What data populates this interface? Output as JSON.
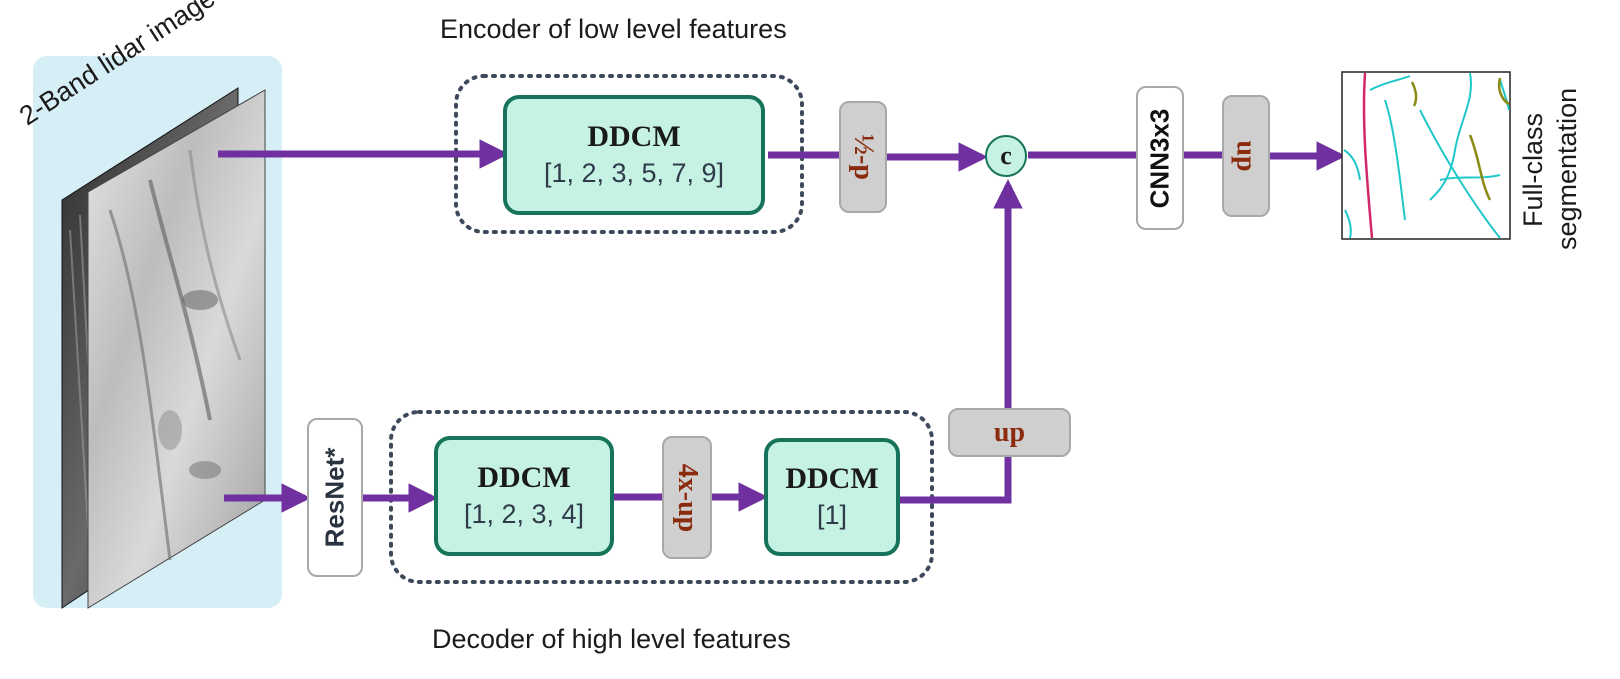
{
  "input": {
    "label": "2-Band lidar image"
  },
  "encoder": {
    "caption": "Encoder of low level features",
    "ddcm": {
      "title": "DDCM",
      "params": "[1, 2, 3, 5, 7, 9]"
    },
    "pool_label": "½-p"
  },
  "decoder": {
    "caption": "Decoder of high level features",
    "backbone_label": "ResNet*",
    "ddcm_first": {
      "title": "DDCM",
      "params": "[1, 2, 3, 4]"
    },
    "upsample_label": "4x-up",
    "ddcm_second": {
      "title": "DDCM",
      "params": "[1]"
    },
    "up_label": "up"
  },
  "fusion": {
    "concat_label": "c"
  },
  "head": {
    "conv_label": "CNN3x3",
    "up_label": "up"
  },
  "output": {
    "label_line1": "Full-class",
    "label_line2": "segmentation"
  },
  "colors": {
    "arrow": "#7030a0",
    "ddcm_fill": "#c6f2e3",
    "ddcm_border": "#17735a",
    "panel": "#d6eef5",
    "label_red": "#8b2b0e"
  }
}
